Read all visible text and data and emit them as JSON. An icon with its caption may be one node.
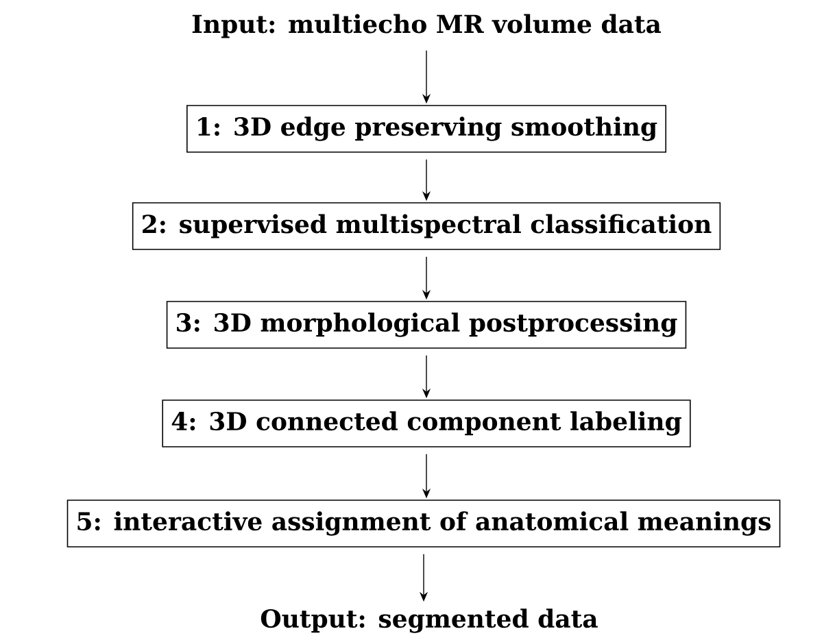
{
  "diagram": {
    "nodes": [
      {
        "text": [
          "Input: multiecho MR volume data"
        ]
      },
      {
        "text": [
          "1: 3D edge preserving smoothing"
        ]
      },
      {
        "text": [
          "2: supervised multispectral classification"
        ]
      },
      {
        "text": [
          "3: 3D morphological postprocessing"
        ]
      },
      {
        "text": [
          "4: 3D connected component labeling"
        ]
      },
      {
        "text": [
          "5: interactive assignment of anatomical meanings"
        ]
      },
      {
        "text": [
          "Output: segmented data"
        ]
      }
    ],
    "edges": [
      {
        "from": 0,
        "to": 1,
        "arrow": "to"
      },
      {
        "from": 1,
        "to": 2,
        "arrow": "to"
      },
      {
        "from": 2,
        "to": 3,
        "arrow": "to"
      },
      {
        "from": 3,
        "to": 4,
        "arrow": "to"
      },
      {
        "from": 4,
        "to": 5,
        "arrow": "to"
      },
      {
        "from": 5,
        "to": 6,
        "arrow": "to"
      }
    ]
  }
}
